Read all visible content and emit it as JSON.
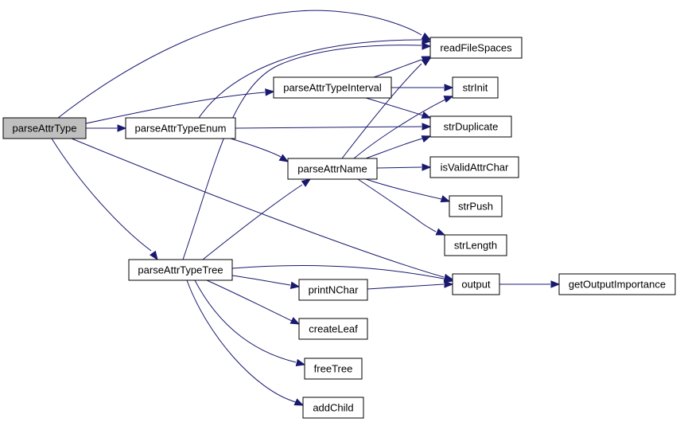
{
  "graph": {
    "colors": {
      "edge": "#191970",
      "node_border": "#000000",
      "node_fill": "#ffffff",
      "root_fill": "#bfbfbf"
    },
    "nodes": [
      {
        "id": "parseAttrType",
        "label": "parseAttrType",
        "root": true
      },
      {
        "id": "parseAttrTypeEnum",
        "label": "parseAttrTypeEnum"
      },
      {
        "id": "parseAttrTypeInterval",
        "label": "parseAttrTypeInterval"
      },
      {
        "id": "parseAttrName",
        "label": "parseAttrName"
      },
      {
        "id": "parseAttrTypeTree",
        "label": "parseAttrTypeTree"
      },
      {
        "id": "readFileSpaces",
        "label": "readFileSpaces"
      },
      {
        "id": "strInit",
        "label": "strInit"
      },
      {
        "id": "strDuplicate",
        "label": "strDuplicate"
      },
      {
        "id": "isValidAttrChar",
        "label": "isValidAttrChar"
      },
      {
        "id": "strPush",
        "label": "strPush"
      },
      {
        "id": "strLength",
        "label": "strLength"
      },
      {
        "id": "output",
        "label": "output"
      },
      {
        "id": "getOutputImportance",
        "label": "getOutputImportance"
      },
      {
        "id": "printNChar",
        "label": "printNChar"
      },
      {
        "id": "createLeaf",
        "label": "createLeaf"
      },
      {
        "id": "freeTree",
        "label": "freeTree"
      },
      {
        "id": "addChild",
        "label": "addChild"
      }
    ],
    "edges": [
      {
        "from": "parseAttrType",
        "to": "readFileSpaces"
      },
      {
        "from": "parseAttrType",
        "to": "parseAttrTypeInterval"
      },
      {
        "from": "parseAttrType",
        "to": "parseAttrTypeEnum"
      },
      {
        "from": "parseAttrType",
        "to": "output"
      },
      {
        "from": "parseAttrType",
        "to": "parseAttrTypeTree"
      },
      {
        "from": "parseAttrTypeEnum",
        "to": "readFileSpaces"
      },
      {
        "from": "parseAttrTypeEnum",
        "to": "strDuplicate"
      },
      {
        "from": "parseAttrTypeEnum",
        "to": "parseAttrName"
      },
      {
        "from": "parseAttrTypeInterval",
        "to": "readFileSpaces"
      },
      {
        "from": "parseAttrTypeInterval",
        "to": "strInit"
      },
      {
        "from": "parseAttrTypeInterval",
        "to": "strDuplicate"
      },
      {
        "from": "parseAttrName",
        "to": "readFileSpaces"
      },
      {
        "from": "parseAttrName",
        "to": "strInit"
      },
      {
        "from": "parseAttrName",
        "to": "strDuplicate"
      },
      {
        "from": "parseAttrName",
        "to": "isValidAttrChar"
      },
      {
        "from": "parseAttrName",
        "to": "strPush"
      },
      {
        "from": "parseAttrName",
        "to": "strLength"
      },
      {
        "from": "parseAttrTypeTree",
        "to": "readFileSpaces"
      },
      {
        "from": "parseAttrTypeTree",
        "to": "parseAttrName"
      },
      {
        "from": "parseAttrTypeTree",
        "to": "output"
      },
      {
        "from": "parseAttrTypeTree",
        "to": "printNChar"
      },
      {
        "from": "parseAttrTypeTree",
        "to": "createLeaf"
      },
      {
        "from": "parseAttrTypeTree",
        "to": "freeTree"
      },
      {
        "from": "parseAttrTypeTree",
        "to": "addChild"
      },
      {
        "from": "printNChar",
        "to": "output"
      },
      {
        "from": "output",
        "to": "getOutputImportance"
      }
    ]
  }
}
